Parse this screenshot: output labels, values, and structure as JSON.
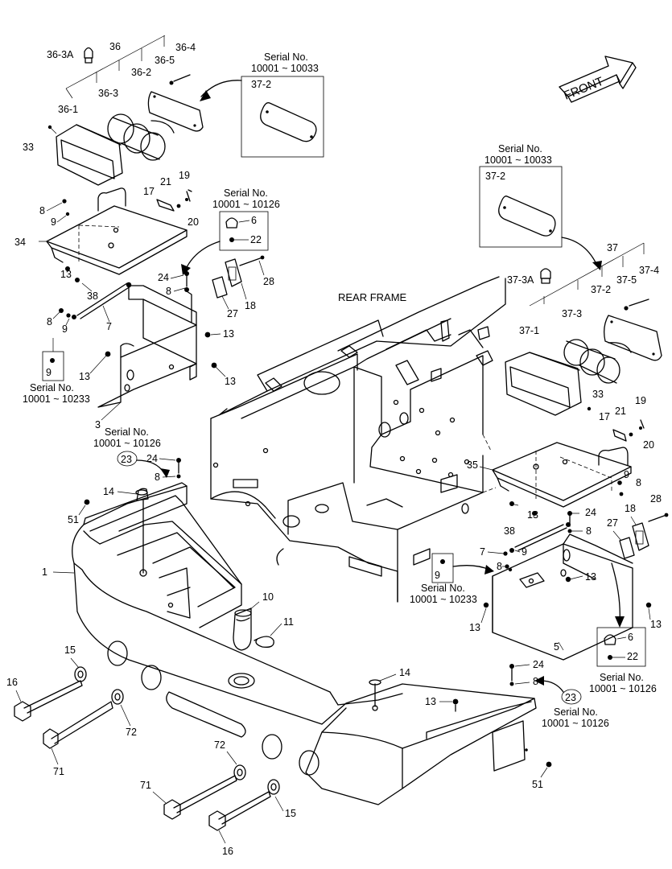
{
  "direction_label": "FRONT",
  "frame_label": "REAR FRAME",
  "serial_notes": {
    "s_10033": [
      "Serial No.",
      "10001 ~ 10033"
    ],
    "s_10126": [
      "Serial No.",
      "10001 ~ 10126"
    ],
    "s_10233": [
      "Serial No.",
      "10001 ~ 10233"
    ]
  },
  "callouts": {
    "c36": "36",
    "c36_3a": "36-3A",
    "c36_4": "36-4",
    "c36_5": "36-5",
    "c36_2": "36-2",
    "c36_3": "36-3",
    "c36_1": "36-1",
    "c33a": "33",
    "c37_2a": "37-2",
    "c37_2b": "37-2",
    "c21a": "21",
    "c19a": "19",
    "c17a": "17",
    "c20a": "20",
    "c8a": "8",
    "c9a": "9",
    "c34": "34",
    "c6a": "6",
    "c22a": "22",
    "c24a": "24",
    "c8b": "8",
    "c28a": "28",
    "c13a": "13",
    "c38a": "38",
    "c8c": "8",
    "c9b": "9",
    "c7a": "7",
    "c27a": "27",
    "c18a": "18",
    "c13b": "13",
    "c9box1": "9",
    "c13c": "13",
    "c13d": "13",
    "c3": "3",
    "c37": "37",
    "c37_3a": "37-3A",
    "c37_4": "37-4",
    "c37_5": "37-5",
    "c37_2c": "37-2",
    "c37_3": "37-3",
    "c37_1": "37-1",
    "c33b": "33",
    "c21b": "21",
    "c19b": "19",
    "c17b": "17",
    "c20b": "20",
    "c35": "35",
    "c9c": "9",
    "c8d": "8",
    "c28b": "28",
    "c13e": "13",
    "c24b": "24",
    "c38b": "38",
    "c8e": "8",
    "c18b": "18",
    "c27b": "27",
    "c7b": "7",
    "c9d": "9",
    "c8f": "8",
    "c9box2": "9",
    "c13f": "13",
    "c13g": "13",
    "c13h": "13",
    "c5": "5",
    "c6b": "6",
    "c22b": "22",
    "c23a": "23",
    "c24c": "24",
    "c8g": "8",
    "c14a": "14",
    "c51a": "51",
    "c1": "1",
    "c10": "10",
    "c11": "11",
    "c15a": "15",
    "c16a": "16",
    "c72a": "72",
    "c71a": "71",
    "c72b": "72",
    "c71b": "71",
    "c15b": "15",
    "c16b": "16",
    "c14b": "14",
    "c13i": "13",
    "c24d": "24",
    "c8h": "8",
    "c23b": "23",
    "c51b": "51"
  }
}
